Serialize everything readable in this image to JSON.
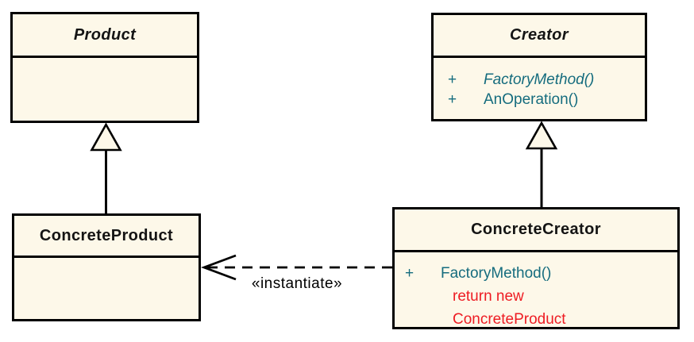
{
  "diagram": {
    "type": "uml-class-diagram",
    "pattern": "Factory Method",
    "colors": {
      "background": "#FFFFFF",
      "box_fill": "#FDF8E9",
      "box_border": "#000000",
      "title_text": "#141414",
      "method_text": "#156C7E",
      "code_text": "#EE1C23",
      "label_text": "#000000"
    },
    "classes": [
      {
        "name": "Product",
        "abstract": true,
        "members": []
      },
      {
        "name": "Creator",
        "abstract": true,
        "members": [
          {
            "visibility": "+",
            "text": "FactoryMethod()",
            "abstract": true,
            "color": "#156C7E"
          },
          {
            "visibility": "+",
            "text": "AnOperation()",
            "abstract": false,
            "color": "#156C7E"
          }
        ]
      },
      {
        "name": "ConcreteProduct",
        "abstract": false,
        "members": []
      },
      {
        "name": "ConcreteCreator",
        "abstract": false,
        "members": [
          {
            "visibility": "+",
            "text": "FactoryMethod()",
            "abstract": false,
            "color": "#156C7E"
          },
          {
            "visibility": "",
            "text": "return new",
            "kind": "code",
            "color": "#EE1C23"
          },
          {
            "visibility": "",
            "text": "ConcreteProduct",
            "kind": "code",
            "color": "#EE1C23"
          }
        ]
      }
    ],
    "relationships": [
      {
        "type": "generalization",
        "from": "ConcreteProduct",
        "to": "Product",
        "line": "solid",
        "arrow": "hollow-triangle"
      },
      {
        "type": "generalization",
        "from": "ConcreteCreator",
        "to": "Creator",
        "line": "solid",
        "arrow": "hollow-triangle"
      },
      {
        "type": "dependency",
        "from": "ConcreteCreator",
        "to": "ConcreteProduct",
        "line": "dashed",
        "arrow": "open",
        "label": "«instantiate»"
      }
    ]
  }
}
